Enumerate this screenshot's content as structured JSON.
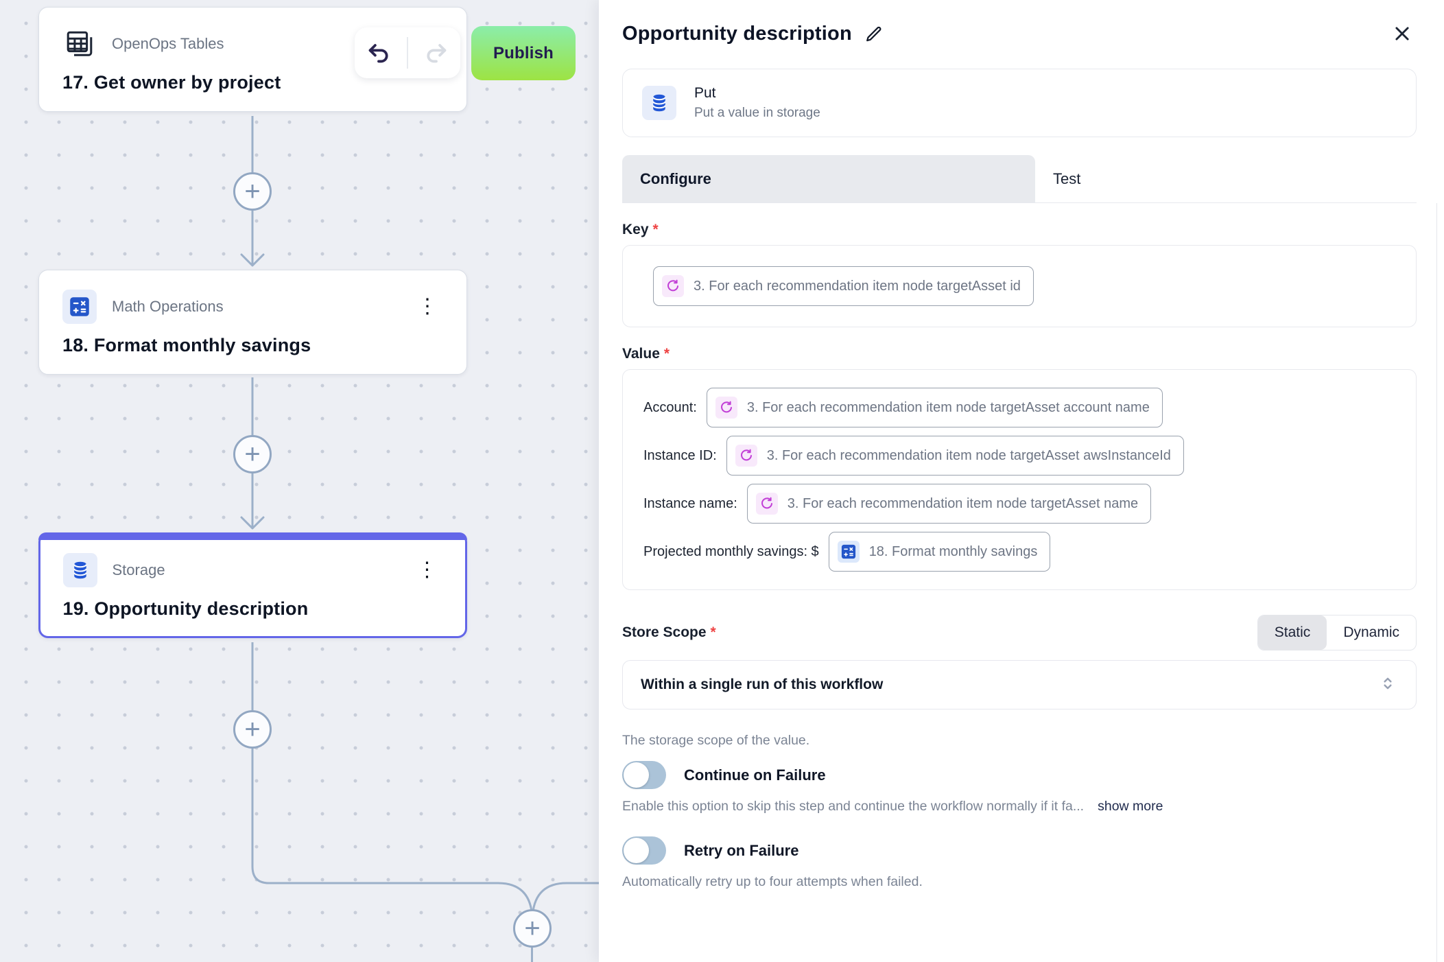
{
  "icons": {
    "plus": "+",
    "kebab": "⋮"
  },
  "canvas": {
    "publish": "Publish",
    "nodes": [
      {
        "app": "OpenOps Tables",
        "title": "17. Get owner by project"
      },
      {
        "app": "Math Operations",
        "title": "18. Format monthly savings"
      },
      {
        "app": "Storage",
        "title": "19. Opportunity description"
      }
    ]
  },
  "panel": {
    "title": "Opportunity description",
    "required_marker": "*",
    "action": {
      "name": "Put",
      "description": "Put a value in storage"
    },
    "tabs": {
      "configure": "Configure",
      "test": "Test"
    },
    "key": {
      "label": "Key",
      "token": "3. For each recommendation item node targetAsset id"
    },
    "value": {
      "label": "Value",
      "rows": [
        {
          "prefix": "Account:",
          "token": "3. For each recommendation item node targetAsset account name"
        },
        {
          "prefix": "Instance ID:",
          "token": "3. For each recommendation item node targetAsset awsInstanceId"
        },
        {
          "prefix": "Instance name:",
          "token": "3. For each recommendation item node targetAsset name"
        },
        {
          "prefix": "Projected monthly savings: $",
          "token": "18. Format monthly savings"
        }
      ]
    },
    "store_scope": {
      "label": "Store Scope",
      "static": "Static",
      "dynamic": "Dynamic",
      "selected_option": "Within a single run of this workflow",
      "helper": "The storage scope of the value."
    },
    "continue_on_failure": {
      "label": "Continue on Failure",
      "helper": "Enable this option to skip this step and continue the workflow normally if it fa...",
      "show_more": "show more"
    },
    "retry_on_failure": {
      "label": "Retry on Failure",
      "helper": "Automatically retry up to four attempts when failed."
    }
  },
  "colors": {
    "accent": "#6366e8",
    "publish_top": "#8bedaa",
    "publish_bottom": "#9de343",
    "icon_blue": "#2257d6",
    "loop_magenta": "#c13ed6",
    "connector": "#9cb0c9",
    "canvas_bg": "#edeff4"
  }
}
